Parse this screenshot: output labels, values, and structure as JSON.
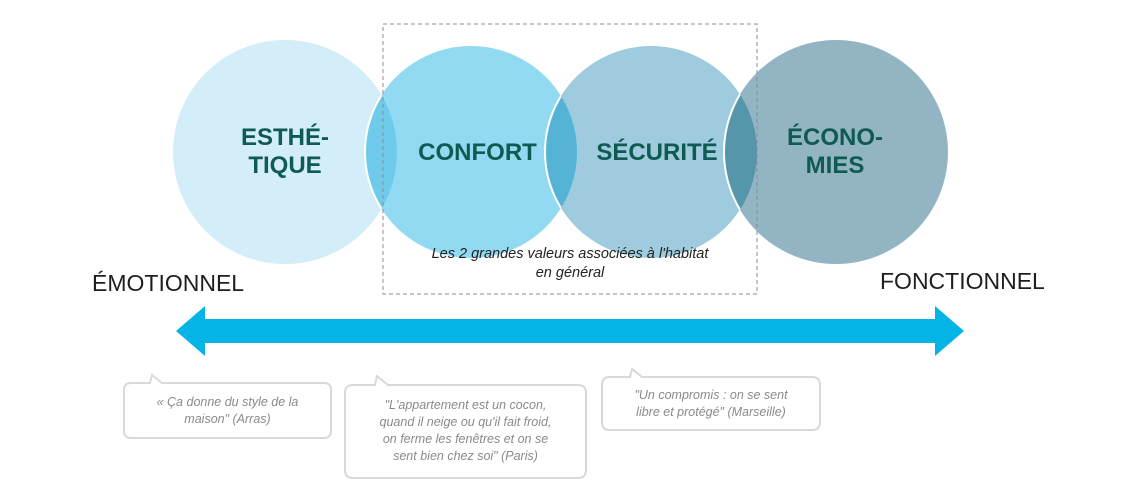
{
  "circles": [
    {
      "line1": "ESTHÉ-",
      "line2": "TIQUE",
      "color": "#d3eef9"
    },
    {
      "line1": "CONFORT",
      "line2": "",
      "color": "#92daf2"
    },
    {
      "line1": "SÉCURITÉ",
      "line2": "",
      "color": "#9ecbdd"
    },
    {
      "line1": "ÉCONO-",
      "line2": "MIES",
      "color": "#93b5c3"
    }
  ],
  "overlap_colors": [
    "#6fcbeb",
    "#55b4d6",
    "#5696ab"
  ],
  "caption": {
    "line1": "Les 2 grandes valeurs associées à l'habitat",
    "line2": "en général"
  },
  "axis": {
    "left_label": "ÉMOTIONNEL",
    "right_label": "FONCTIONNEL",
    "arrow_color": "#05b4e6"
  },
  "quotes": [
    {
      "lines": [
        "« Ça donne du style de la",
        "maison\" (Arras)"
      ]
    },
    {
      "lines": [
        "\"L'appartement est un cocon,",
        "quand il neige ou qu'il fait froid,",
        "on ferme les fenêtres et on se",
        "sent bien chez soi\" (Paris)"
      ]
    },
    {
      "lines": [
        "\"Un compromis : on se sent",
        "libre et protégé\" (Marseille)"
      ]
    }
  ]
}
